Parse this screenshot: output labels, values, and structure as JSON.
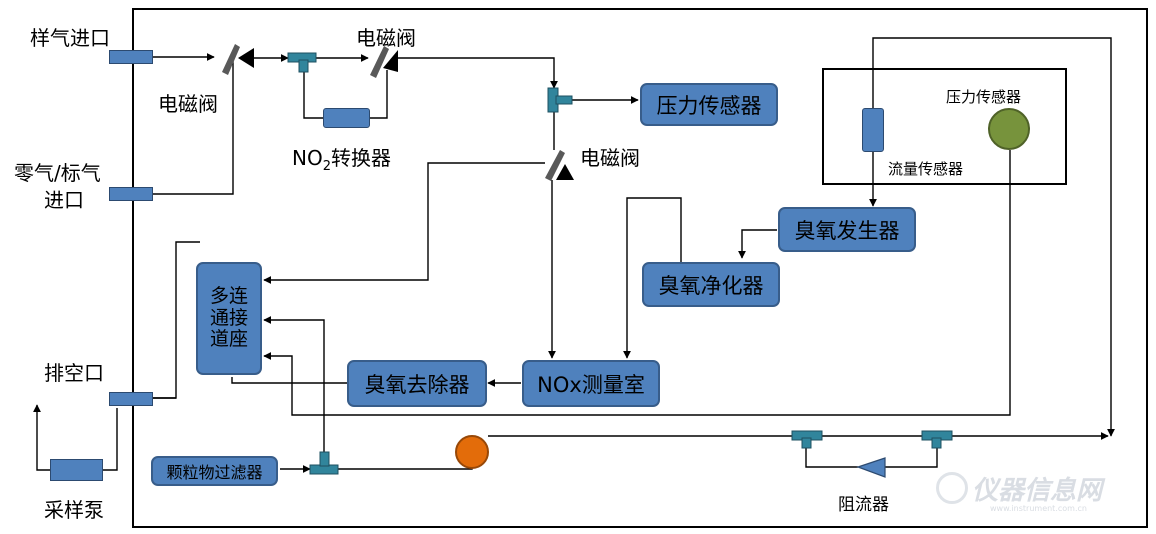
{
  "labels": {
    "sample_inlet": "样气进口",
    "zero_span_inlet_line1": "零气/标气",
    "zero_span_inlet_line2": "进口",
    "exhaust_port": "排空口",
    "sampling_pump": "采样泵",
    "solenoid_valve_1": "电磁阀",
    "solenoid_valve_2": "电磁阀",
    "solenoid_valve_3": "电磁阀",
    "no2_converter_prefix": "NO",
    "no2_converter_sub": "2",
    "no2_converter_suffix": "转换器",
    "pressure_sensor_small": "压力传感器",
    "flow_sensor": "流量传感器",
    "restrictor": "阻流器"
  },
  "boxes": {
    "pressure_sensor": "压力传感器",
    "ozone_generator": "臭氧发生器",
    "ozone_purifier": "臭氧净化器",
    "manifold": "多连通接道座",
    "ozone_remover": "臭氧去除器",
    "nox_chamber": "NOx测量室",
    "particle_filter": "颗粒物过滤器"
  },
  "watermark": {
    "cn": "仪器信息网",
    "en": "www.instrument.com.cn"
  },
  "colors": {
    "box_fill": "#4f81bd",
    "tee_fill": "#31859c",
    "pump_circle": "#e36c0a",
    "pressure_circle": "#77933c"
  }
}
